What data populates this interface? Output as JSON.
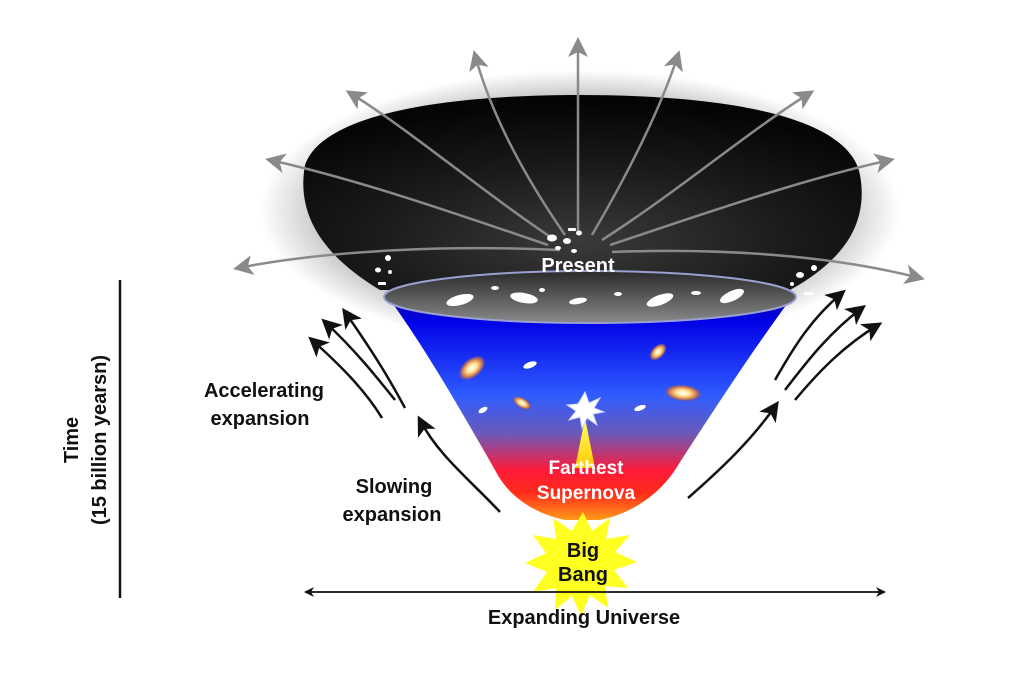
{
  "labels": {
    "present": "Present",
    "farthest_line1": "Farthest",
    "farthest_line2": "Supernova",
    "big_bang_line1": "Big",
    "big_bang_line2": "Bang",
    "accelerating_line1": "Accelerating",
    "accelerating_line2": "expansion",
    "slowing_line1": "Slowing",
    "slowing_line2": "expansion",
    "time_line1": "Time",
    "time_line2": "(15 billion yearsn)",
    "expanding_universe": "Expanding Universe"
  },
  "colors": {
    "cone_top": "#0a0a8c",
    "cone_mid": "#2f5cff",
    "cone_red": "#ff1a1a",
    "cone_bottom": "#ff8a1a",
    "space_black": "#111111",
    "big_bang_yellow": "#ffff22",
    "arrow_gray": "#8a8a8a",
    "label_white": "#ffffff",
    "label_black": "#111111"
  }
}
